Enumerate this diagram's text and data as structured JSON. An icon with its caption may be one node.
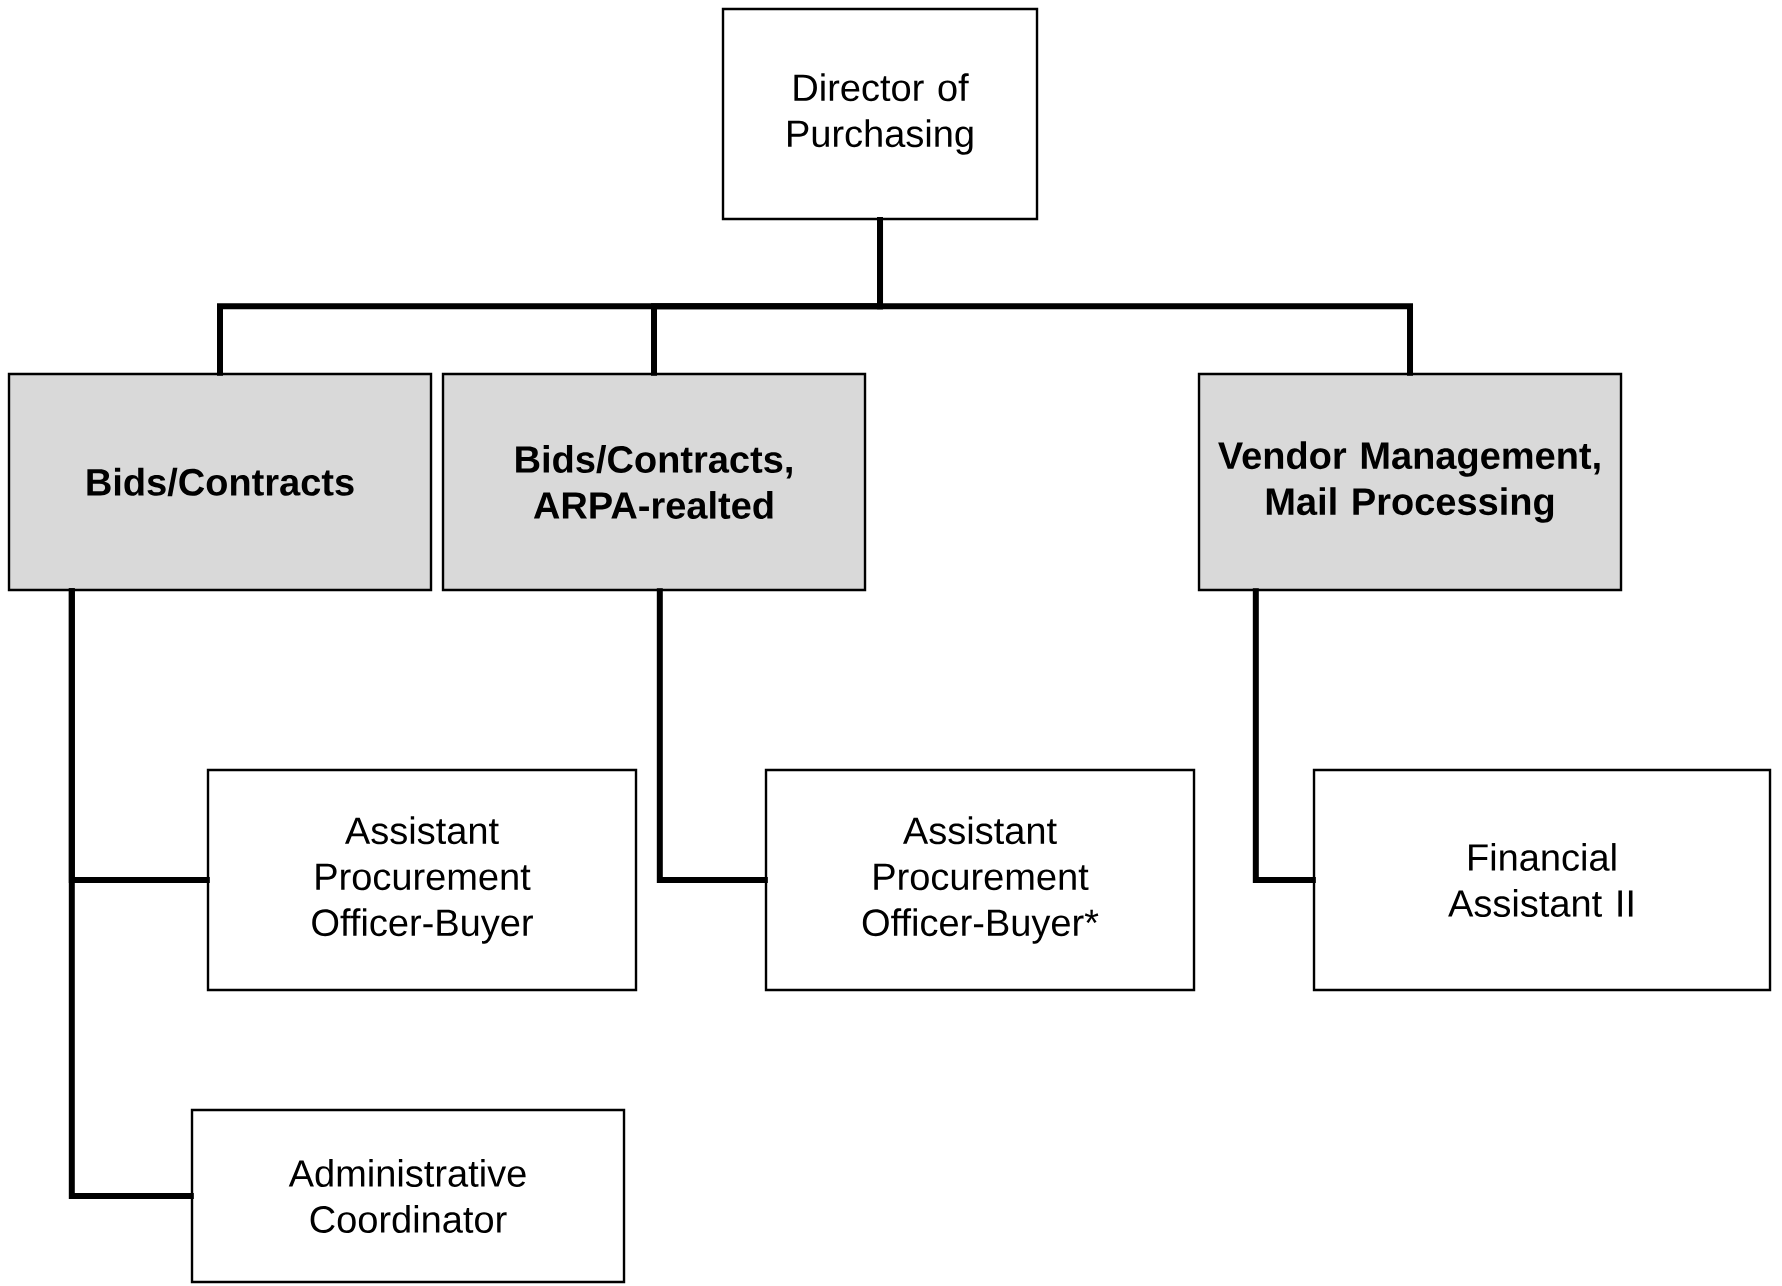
{
  "diagram": {
    "nodes": [
      {
        "text": [
          "Director of Purchasing"
        ]
      },
      {
        "text": [
          "Bids/Contracts"
        ]
      },
      {
        "text": [
          "Bids/Contracts, ARPA-realted"
        ]
      },
      {
        "text": [
          "Vendor Management, Mail Processing"
        ]
      },
      {
        "text": [
          "Assistant Procurement Officer-Buyer"
        ]
      },
      {
        "text": [
          "Assistant Procurement Officer-Buyer*"
        ]
      },
      {
        "text": [
          "Financial Assistant II"
        ]
      },
      {
        "text": [
          "Administrative Coordinator"
        ]
      }
    ],
    "edges": [
      {
        "from": 0,
        "to": 1,
        "arrow": "none"
      },
      {
        "from": 0,
        "to": 2,
        "arrow": "none"
      },
      {
        "from": 0,
        "to": 3,
        "arrow": "none"
      },
      {
        "from": 1,
        "to": 4,
        "arrow": "none"
      },
      {
        "from": 1,
        "to": 7,
        "arrow": "none"
      },
      {
        "from": 2,
        "to": 5,
        "arrow": "none"
      },
      {
        "from": 3,
        "to": 6,
        "arrow": "none"
      }
    ]
  }
}
